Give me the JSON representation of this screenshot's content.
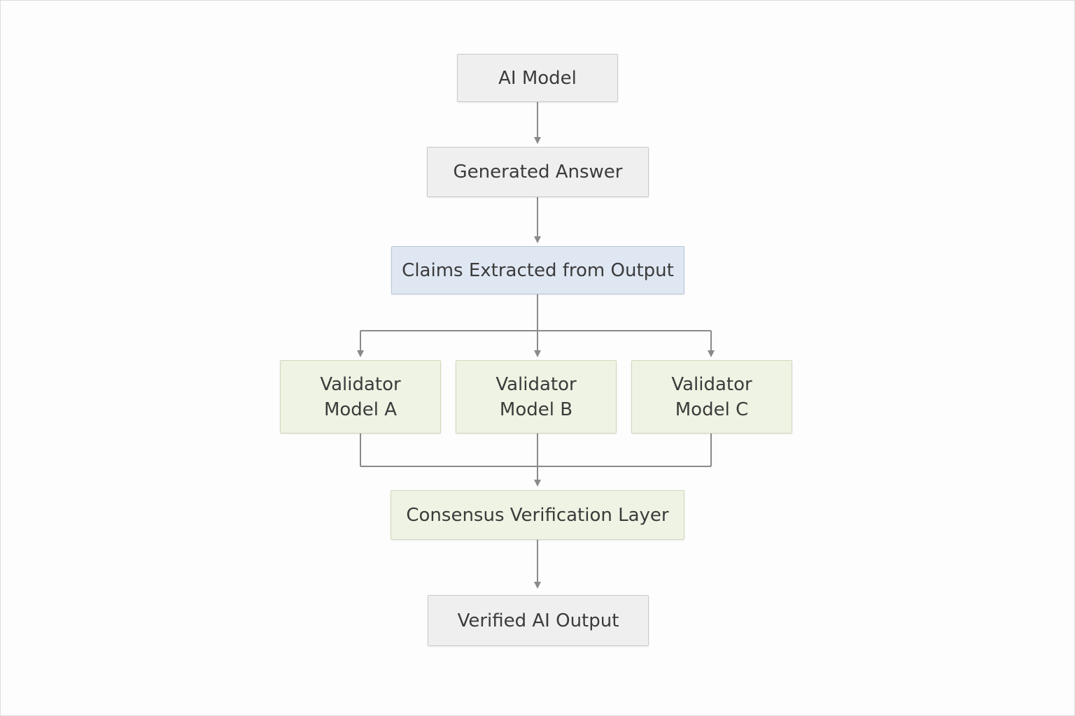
{
  "diagram": {
    "nodes": {
      "ai_model": "AI Model",
      "generated_answer": "Generated Answer",
      "claims_extracted": "Claims Extracted from Output",
      "validator_a": "Validator\nModel A",
      "validator_b": "Validator\nModel B",
      "validator_c": "Validator\nModel C",
      "consensus_layer": "Consensus Verification Layer",
      "verified_output": "Verified AI Output"
    },
    "edges": [
      [
        "ai_model",
        "generated_answer"
      ],
      [
        "generated_answer",
        "claims_extracted"
      ],
      [
        "claims_extracted",
        "validator_a"
      ],
      [
        "claims_extracted",
        "validator_b"
      ],
      [
        "claims_extracted",
        "validator_c"
      ],
      [
        "validator_a",
        "consensus_layer"
      ],
      [
        "validator_b",
        "consensus_layer"
      ],
      [
        "validator_c",
        "consensus_layer"
      ],
      [
        "consensus_layer",
        "verified_output"
      ]
    ],
    "colors": {
      "neutral_fill": "#efefef",
      "claims_fill": "#dfe7f2",
      "validator_fill": "#eef3e3",
      "connector": "#8a8a8a"
    }
  }
}
